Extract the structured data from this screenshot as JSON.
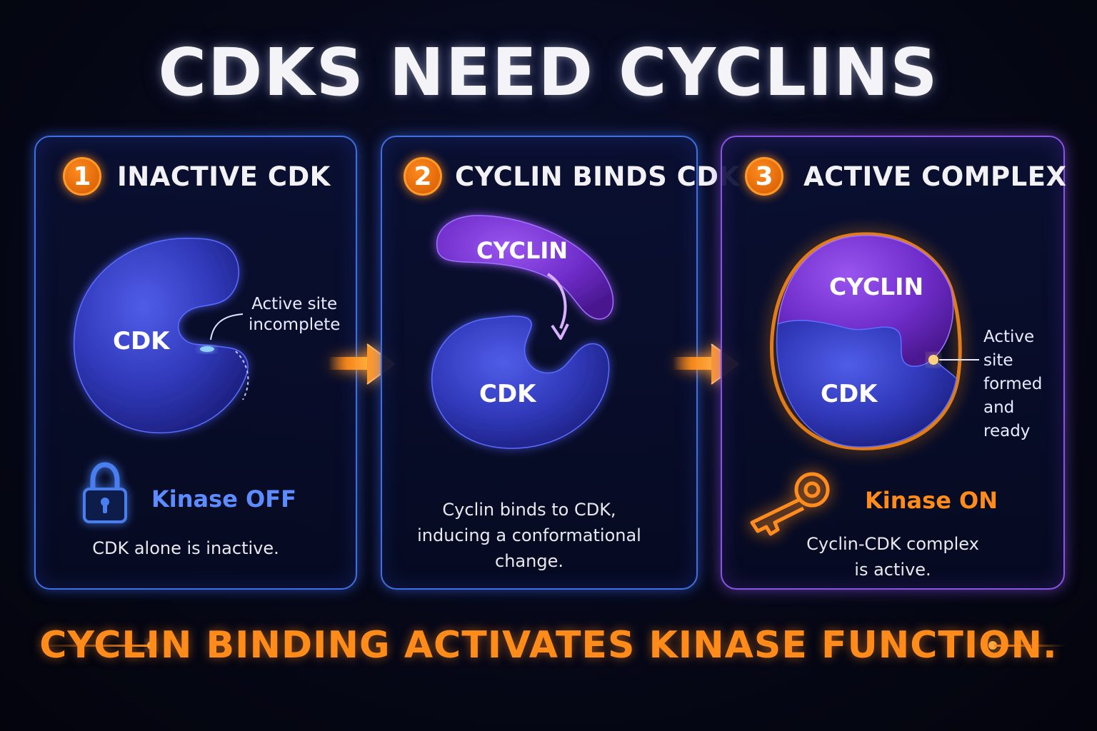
{
  "title": "CDKS NEED CYCLINS",
  "panels": [
    {
      "number": "1",
      "heading": "INACTIVE CDK",
      "protein_label": "CDK",
      "callout": [
        "Active site",
        "incomplete"
      ],
      "status": "Kinase OFF",
      "description": [
        "CDK alone is inactive."
      ],
      "icon": "lock-icon"
    },
    {
      "number": "2",
      "heading": "CYCLIN BINDS CDK",
      "cyclin_label": "CYCLIN",
      "protein_label": "CDK",
      "description": [
        "Cyclin binds to CDK,",
        "inducing a conformational",
        "change."
      ]
    },
    {
      "number": "3",
      "heading": "ACTIVE COMPLEX",
      "cyclin_label": "CYCLIN",
      "protein_label": "CDK",
      "callout": [
        "Active site",
        "formed",
        "and ready"
      ],
      "status": "Kinase ON",
      "description": [
        "Cyclin-CDK complex",
        "is active."
      ],
      "icon": "key-icon"
    }
  ],
  "footer": "CYCLIN BINDING ACTIVATES KINASE FUNCTION.",
  "colors": {
    "cdk": "#3a44c8",
    "cyclin": "#7a35d6",
    "accent_orange": "#ff8c1a",
    "kinase_off": "#5c8cff",
    "panel_border_blue": "#3f6fe0",
    "panel_border_purple": "#8a55e6"
  }
}
